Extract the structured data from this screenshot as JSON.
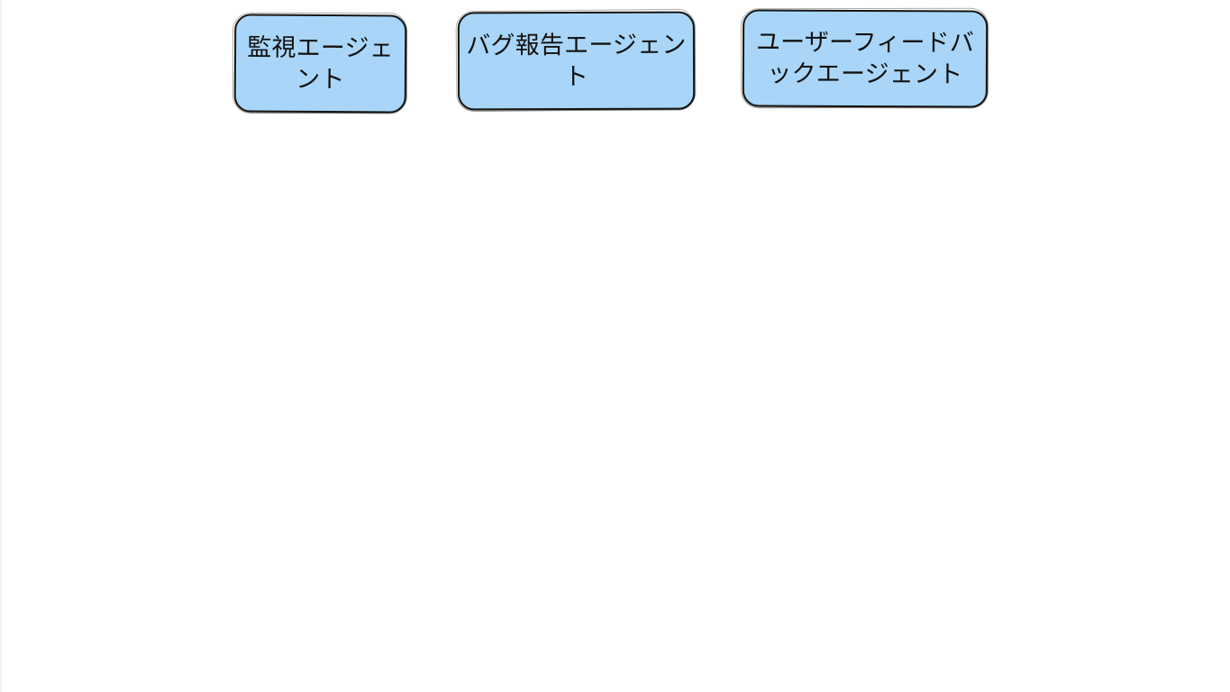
{
  "diagram": {
    "nodes": [
      {
        "id": "monitor",
        "label": "監視エージェント",
        "fill": "#a9d6f8"
      },
      {
        "id": "bug",
        "label": "バグ報告エージェント",
        "fill": "#a9d6f8"
      },
      {
        "id": "feedback",
        "label": "ユーザーフィードバックエージェント",
        "fill": "#a9d6f8"
      }
    ],
    "colors": {
      "background": "#ffffff",
      "node_fill": "#a9d6f8",
      "node_outline": "#161616",
      "text": "#111111"
    }
  }
}
